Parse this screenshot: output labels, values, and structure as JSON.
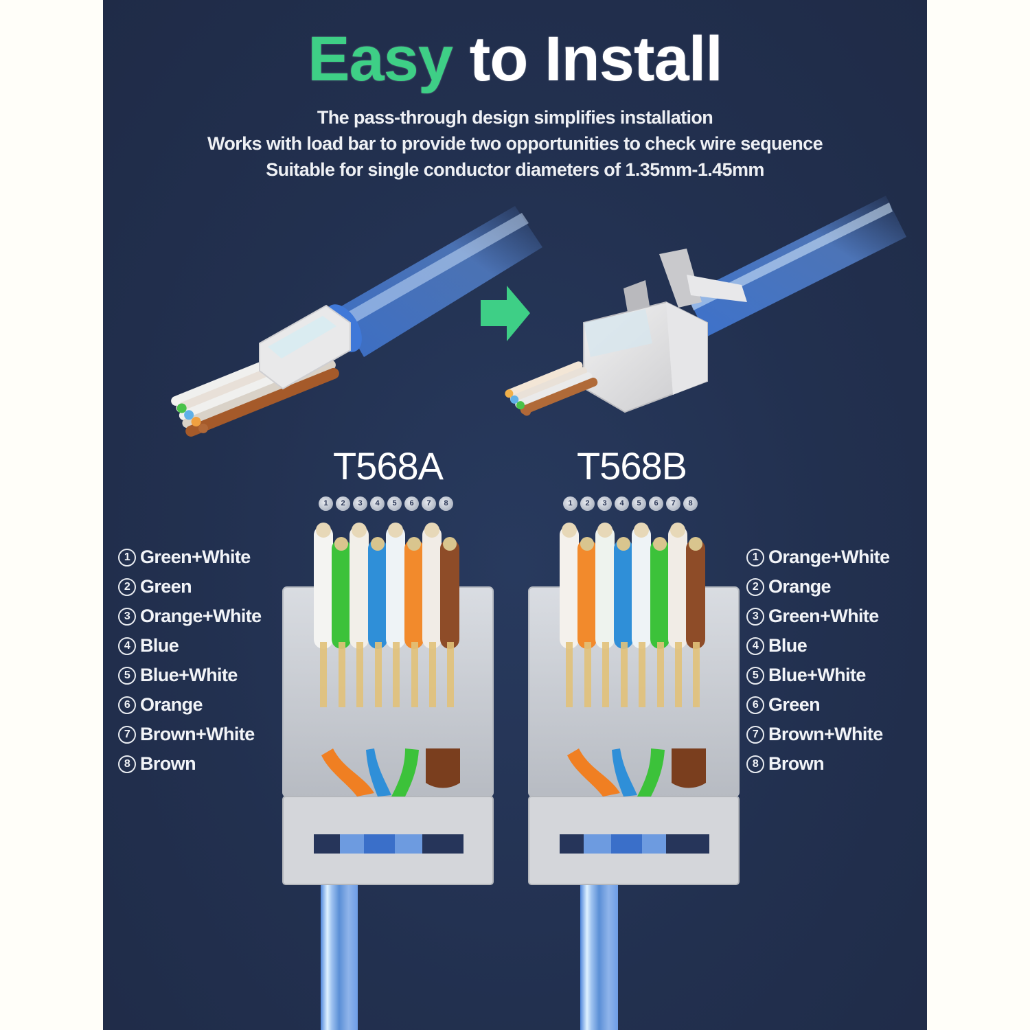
{
  "header": {
    "title_accent": "Easy",
    "title_rest": "to Install",
    "accent_color": "#3ecf86",
    "subtitle_lines": [
      "The pass-through design simplifies installation",
      "Works with load bar to provide two opportunities to check wire sequence",
      "Suitable for single conductor diameters of 1.35mm-1.45mm"
    ]
  },
  "illustration": {
    "before_icon": "cable-with-load-bar",
    "arrow_icon": "right-arrow",
    "after_icon": "shielded-rj45-connector"
  },
  "standards": [
    {
      "name": "T568A",
      "pins": [
        "1",
        "2",
        "3",
        "4",
        "5",
        "6",
        "7",
        "8"
      ],
      "wires": [
        {
          "num": "1",
          "label": "Green+White"
        },
        {
          "num": "2",
          "label": "Green"
        },
        {
          "num": "3",
          "label": "Orange+White"
        },
        {
          "num": "4",
          "label": "Blue"
        },
        {
          "num": "5",
          "label": "Blue+White"
        },
        {
          "num": "6",
          "label": "Orange"
        },
        {
          "num": "7",
          "label": "Brown+White"
        },
        {
          "num": "8",
          "label": "Brown"
        }
      ]
    },
    {
      "name": "T568B",
      "pins": [
        "1",
        "2",
        "3",
        "4",
        "5",
        "6",
        "7",
        "8"
      ],
      "wires": [
        {
          "num": "1",
          "label": "Orange+White"
        },
        {
          "num": "2",
          "label": "Orange"
        },
        {
          "num": "3",
          "label": "Green+White"
        },
        {
          "num": "4",
          "label": "Blue"
        },
        {
          "num": "5",
          "label": "Blue+White"
        },
        {
          "num": "6",
          "label": "Green"
        },
        {
          "num": "7",
          "label": "Brown+White"
        },
        {
          "num": "8",
          "label": "Brown"
        }
      ]
    }
  ],
  "colors": {
    "background": "#22304f",
    "green": "#2fbf4a",
    "blue": "#2f86d6",
    "orange": "#f08a2a",
    "brown": "#8a4a26",
    "white_wire": "#f2f2ee",
    "cable": "#5a90e0"
  }
}
